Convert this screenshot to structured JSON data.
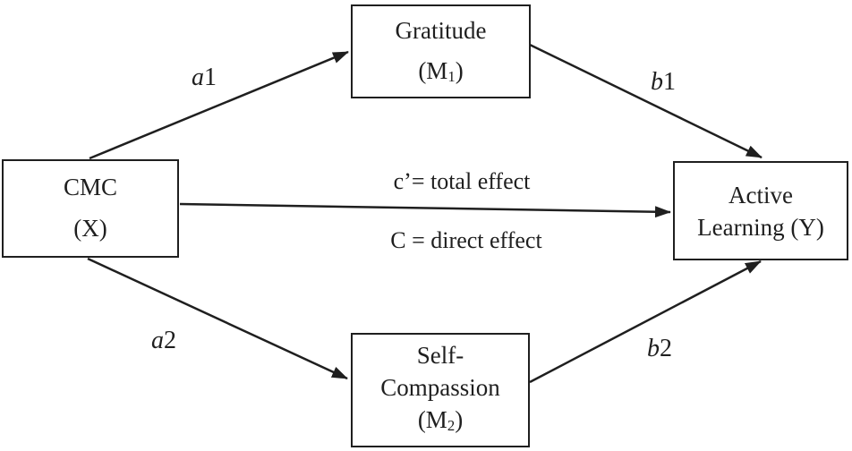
{
  "diagram": {
    "nodes": {
      "gratitude": {
        "line1": "Gratitude",
        "code_prefix": "(M",
        "code_sub": "1",
        "code_suffix": ")"
      },
      "cmc": {
        "line1": "CMC",
        "line2": "(X)"
      },
      "active_learning": {
        "line1": "Active",
        "line2": "Learning (Y)"
      },
      "self_compassion": {
        "line1": "Self-",
        "line2": "Compassion",
        "code_prefix": "(M",
        "code_sub": "2",
        "code_suffix": ")"
      }
    },
    "edges": {
      "a1": {
        "letter": "a",
        "number": "1"
      },
      "b1": {
        "letter": "b",
        "number": "1"
      },
      "a2": {
        "letter": "a",
        "number": "2"
      },
      "b2": {
        "letter": "b",
        "number": "2"
      },
      "c": {
        "top_label": "c’= total effect",
        "bottom_label": "C = direct effect"
      }
    },
    "colors": {
      "ink": "#1f1f1f",
      "background": "#ffffff"
    }
  }
}
